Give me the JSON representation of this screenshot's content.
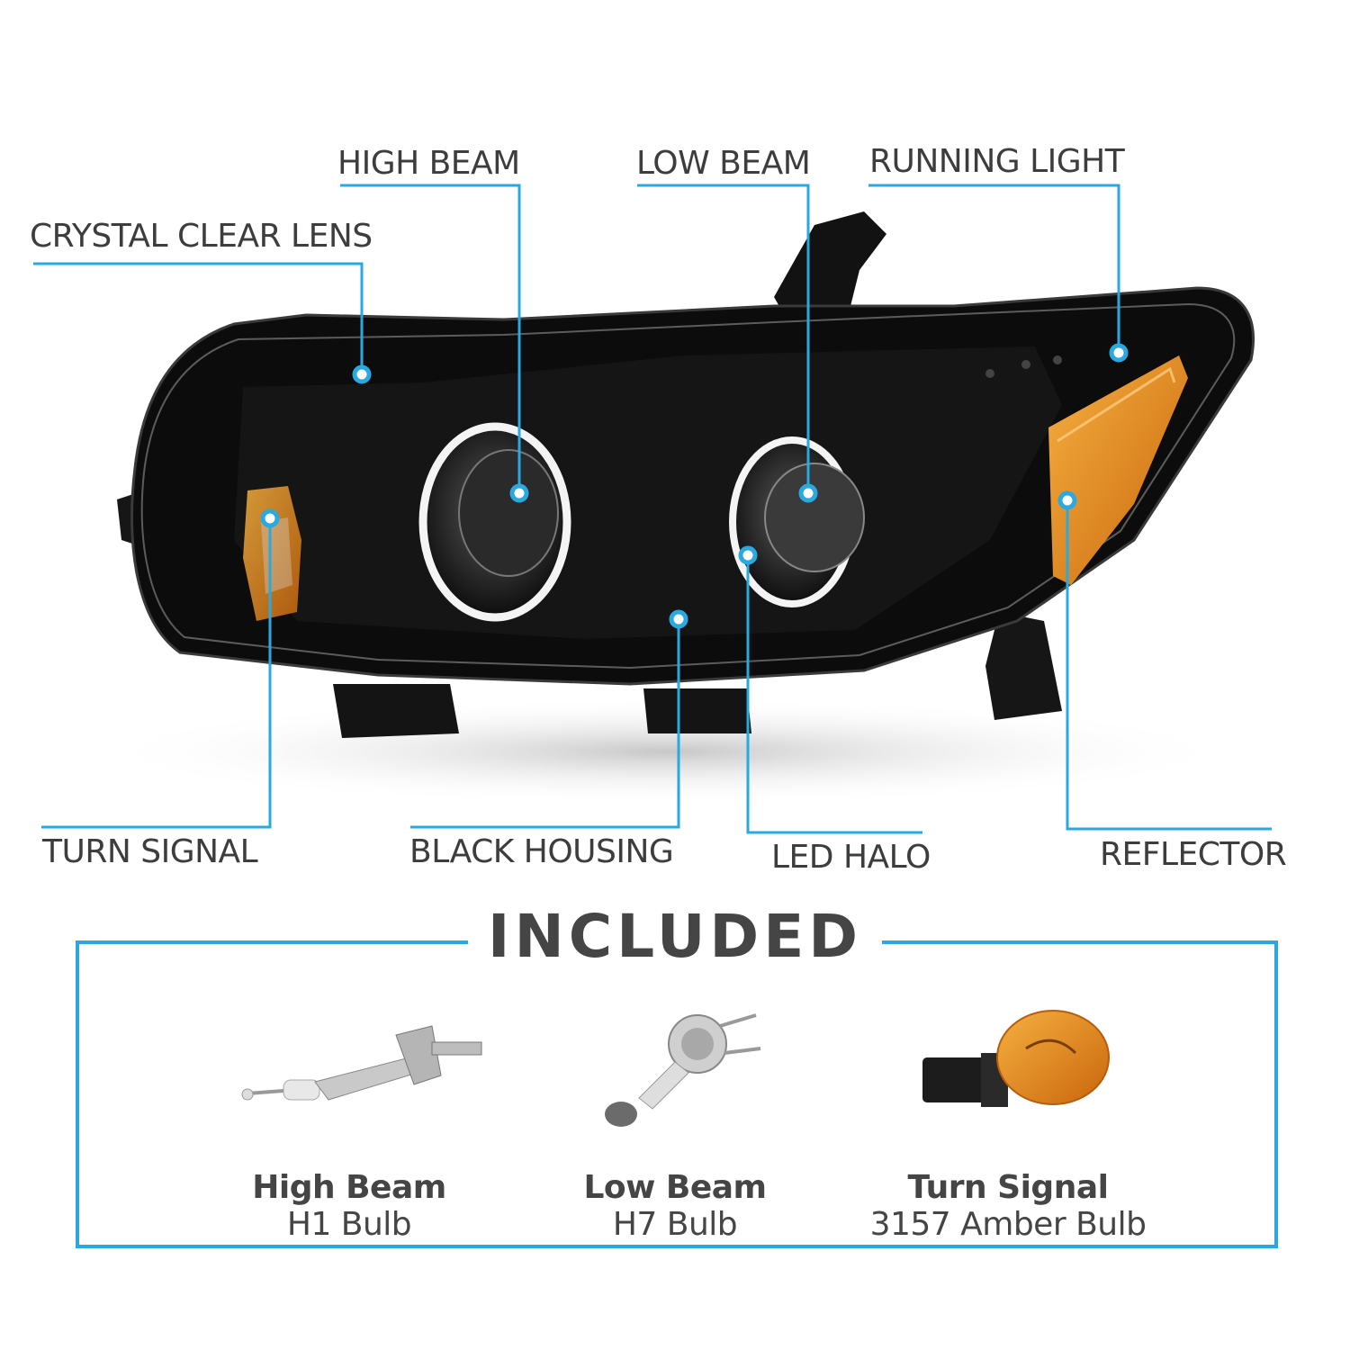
{
  "callouts": {
    "high_beam": "HIGH BEAM",
    "low_beam": "LOW BEAM",
    "running_light": "RUNNING LIGHT",
    "crystal_clear_lens": "CRYSTAL CLEAR LENS",
    "turn_signal": "TURN SIGNAL",
    "black_housing": "BLACK HOUSING",
    "led_halo": "LED HALO",
    "reflector": "REFLECTOR"
  },
  "included": {
    "heading": "INCLUDED",
    "items": [
      {
        "title": "High Beam",
        "subtitle": "H1 Bulb"
      },
      {
        "title": "Low Beam",
        "subtitle": "H7 Bulb"
      },
      {
        "title": "Turn Signal",
        "subtitle": "3157 Amber Bulb"
      }
    ]
  },
  "colors": {
    "accent": "#2aa8e0",
    "text": "#3d3d3d",
    "housing": "#0d0d0d",
    "amber": "#e8871a"
  },
  "icons": [
    "headlight-assembly-image",
    "h1-bulb-image",
    "h7-bulb-image",
    "3157-amber-bulb-image"
  ]
}
